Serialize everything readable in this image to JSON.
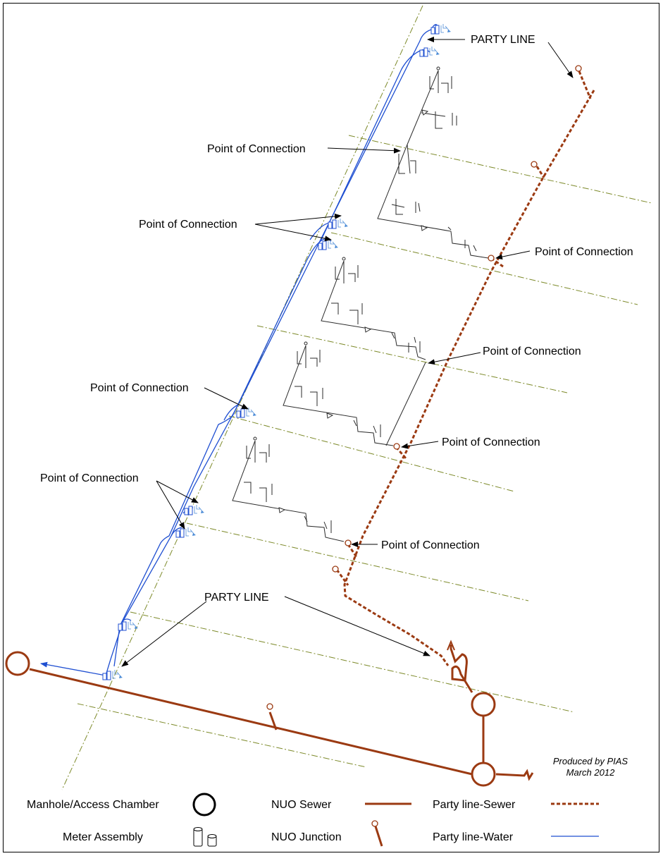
{
  "labels": {
    "party_line_top": "PARTY LINE",
    "party_line_bottom": "PARTY LINE",
    "poc_top_center": "Point of Connection",
    "poc_left_upper": "Point of Connection",
    "poc_right_1": "Point of Connection",
    "poc_right_2": "Point of Connection",
    "poc_left_middle": "Point of Connection",
    "poc_right_3": "Point of Connection",
    "poc_left_lower": "Point of Connection",
    "poc_right_4": "Point of Connection"
  },
  "credit": {
    "line1": "Produced by PIAS",
    "line2": "March 2012"
  },
  "legend": {
    "manhole": "Manhole/Access Chamber",
    "meter": "Meter Assembly",
    "nuo_sewer": "NUO Sewer",
    "nuo_junction": "NUO Junction",
    "party_sewer": "Party line-Sewer",
    "party_water": "Party line-Water"
  },
  "colors": {
    "sewer": "#9b3a12",
    "water": "#1f4fd1",
    "meter_blue": "#1f4fd1",
    "fixture": "#2b2b2b",
    "boundary": "#7d8a2a",
    "text": "#000000"
  }
}
